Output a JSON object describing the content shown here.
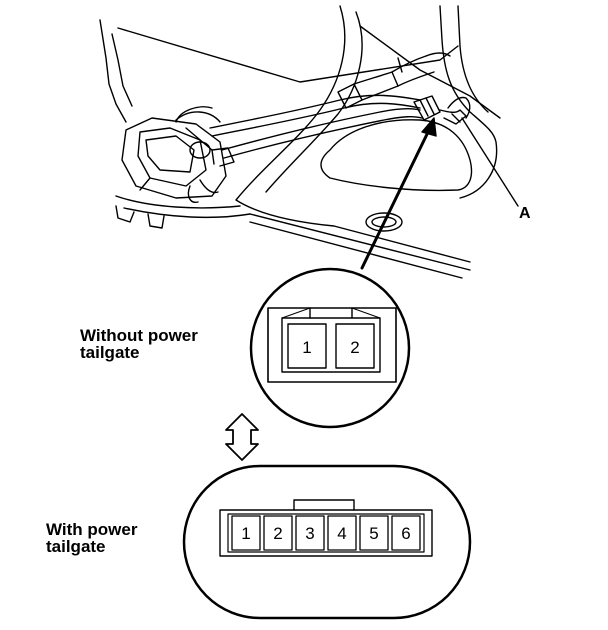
{
  "callout_label": "A",
  "connector_without": {
    "label_line1": "Without power",
    "label_line2": "tailgate",
    "pins": [
      "1",
      "2"
    ]
  },
  "connector_with": {
    "label_line1": "With power",
    "label_line2": "tailgate",
    "pins": [
      "1",
      "2",
      "3",
      "4",
      "5",
      "6"
    ]
  },
  "colors": {
    "ink": "#000000",
    "paper": "#ffffff"
  },
  "icons": [
    "double-arrow-icon"
  ]
}
